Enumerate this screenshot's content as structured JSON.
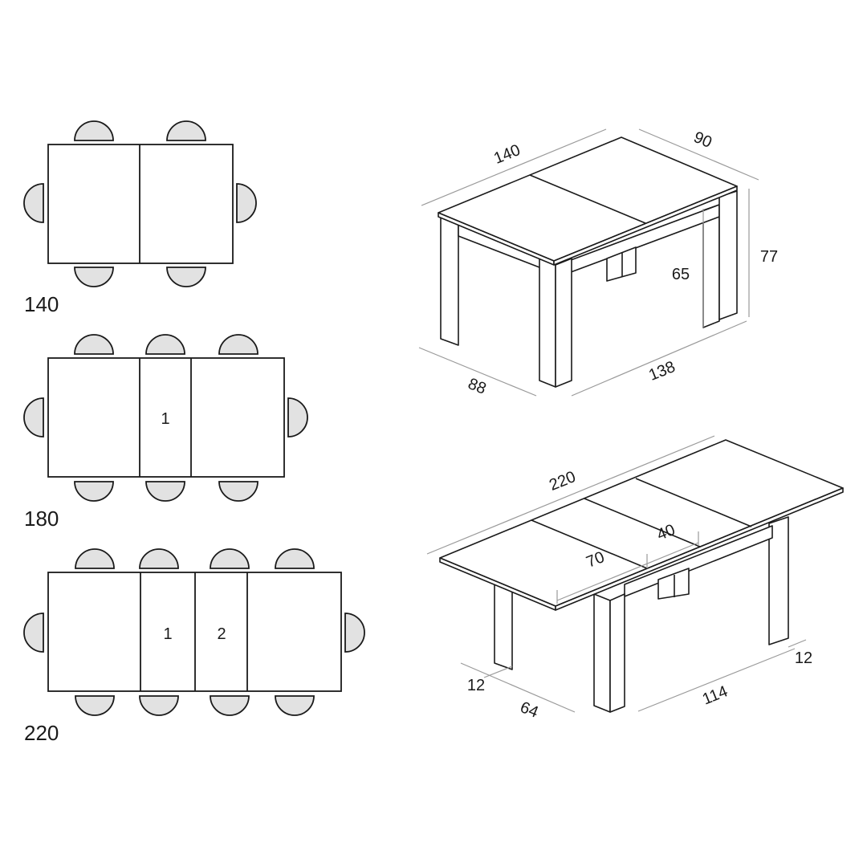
{
  "plans": {
    "compact": {
      "size_label": "140",
      "leaf_labels": []
    },
    "medium": {
      "size_label": "180",
      "leaf_labels": [
        "1"
      ]
    },
    "large": {
      "size_label": "220",
      "leaf_labels": [
        "1",
        "2"
      ]
    }
  },
  "closed_table": {
    "dimensions": {
      "top_length": "140",
      "top_width": "90",
      "height": "77",
      "clearance": "65",
      "base_length": "138",
      "base_depth": "88"
    }
  },
  "extended_table": {
    "dimensions": {
      "top_length": "220",
      "leaf_70": "70",
      "leaf_40": "40",
      "leg_front": "12",
      "leg_right": "12",
      "base_depth": "64",
      "base_length": "114"
    }
  },
  "colors": {
    "line": "#1a1a1a",
    "chair_fill": "#e2e2e2",
    "dimension_line": "#9a9a9a"
  }
}
